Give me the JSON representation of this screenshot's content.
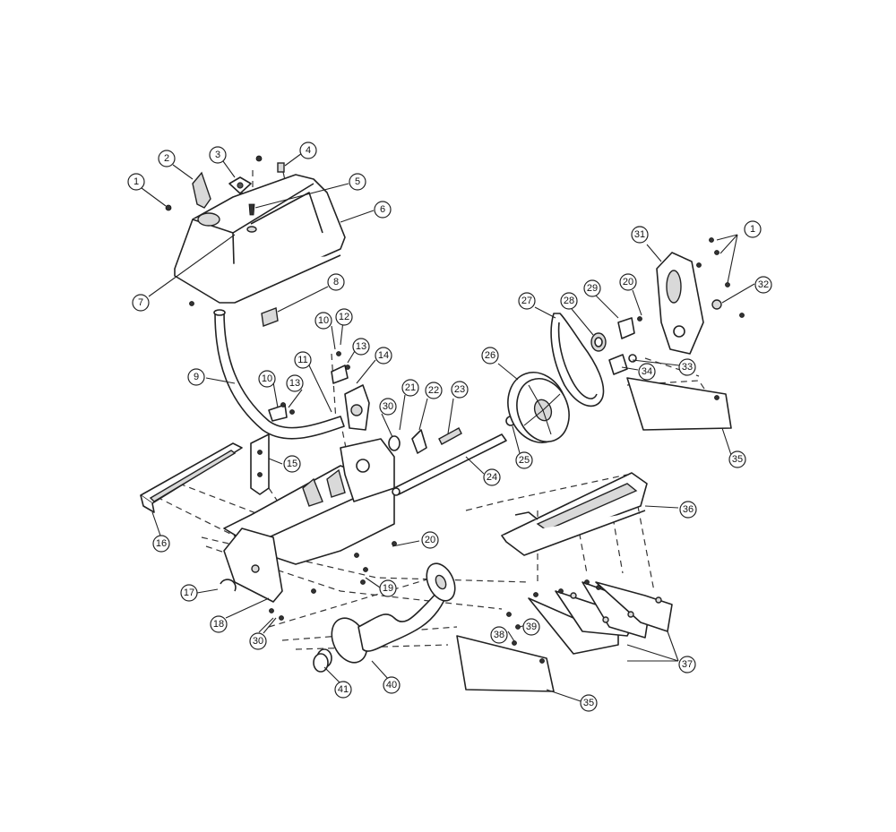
{
  "diagram": {
    "callouts": {
      "c1a": "1",
      "c1b": "1",
      "c2": "2",
      "c3": "3",
      "c4": "4",
      "c5": "5",
      "c6": "6",
      "c7": "7",
      "c8": "8",
      "c9": "9",
      "c10a": "10",
      "c10b": "10",
      "c11": "11",
      "c12": "12",
      "c13a": "13",
      "c13b": "13",
      "c14": "14",
      "c15": "15",
      "c16": "16",
      "c17": "17",
      "c18": "18",
      "c19": "19",
      "c20a": "20",
      "c20b": "20",
      "c21": "21",
      "c22": "22",
      "c23": "23",
      "c24": "24",
      "c25": "25",
      "c26": "26",
      "c27": "27",
      "c28": "28",
      "c29": "29",
      "c30a": "30",
      "c30b": "30",
      "c31": "31",
      "c32": "32",
      "c33": "33",
      "c34": "34",
      "c35a": "35",
      "c35b": "35",
      "c36": "36",
      "c37": "37",
      "c38": "38",
      "c39": "39",
      "c40": "40",
      "c41": "41"
    }
  }
}
